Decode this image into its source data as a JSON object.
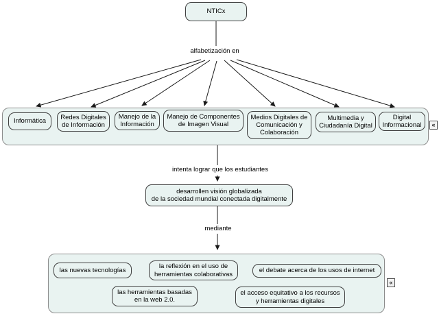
{
  "map": {
    "root_label": "NTICx",
    "links": {
      "alfabetizacion": "alfabetización en",
      "intenta": "intenta lograr que los estudiantes",
      "mediante": "mediante"
    },
    "vision_label": "desarrollen visión globalizada\nde la sociedad mundial conectada digitalmente",
    "areas": [
      {
        "label": "Informática"
      },
      {
        "label": "Redes Digitales\nde Información"
      },
      {
        "label": "Manejo de la\nInformación"
      },
      {
        "label": "Manejo de Componentes\nde Imagen Visual"
      },
      {
        "label": "Medios Digitales de\nComunicación y\nColaboración"
      },
      {
        "label": "Multimedia y\nCiudadanía Digital"
      },
      {
        "label": "Digital\nInformacional"
      }
    ],
    "means": [
      {
        "label": "las nuevas tecnologías"
      },
      {
        "label": "la reflexión en el uso de\nherramientas colaborativas"
      },
      {
        "label": "el debate acerca de los usos de internet"
      },
      {
        "label": "las herramientas basadas\nen la web 2.0."
      },
      {
        "label": "el acceso equitativo a los recursos\ny herramientas digitales"
      }
    ],
    "icons": {
      "collapse_glyph": "«"
    },
    "colors": {
      "node_fill": "#e9f3f1",
      "node_border": "#3f3f3f",
      "container_border": "#8c8c8c",
      "line": "#1a1a1a"
    }
  }
}
